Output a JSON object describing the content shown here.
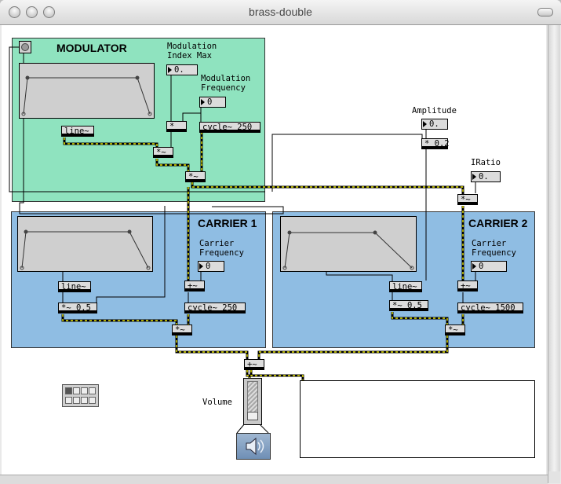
{
  "window": {
    "title": "brass-double"
  },
  "modulator": {
    "title": "MODULATOR",
    "index_label": "Modulation\nIndex Max",
    "index_value": "0.",
    "freq_label": "Modulation\nFrequency",
    "freq_value": "0",
    "line_obj": "line~",
    "mult_obj": "*",
    "cycle_obj": "cycle~ 250",
    "mult_sig1": "*~",
    "mult_sig2": "*~"
  },
  "amplitude": {
    "label": "Amplitude",
    "value": "0.",
    "mult_obj": "* 0.2"
  },
  "iratio": {
    "label": "IRatio",
    "value": "0.",
    "mult_obj": "*~"
  },
  "carrier1": {
    "title": "CARRIER 1",
    "freq_label": "Carrier\nFrequency",
    "freq_value": "0",
    "line_obj": "line~",
    "scale_obj": "*~ 0.5",
    "add_obj": "+~",
    "cycle_obj": "cycle~ 250",
    "mult_obj": "*~"
  },
  "carrier2": {
    "title": "CARRIER 2",
    "freq_label": "Carrier\nFrequency",
    "freq_value": "0",
    "line_obj": "line~",
    "scale_obj": "*~ 0.5",
    "add_obj": "+~",
    "cycle_obj": "cycle~ 1500",
    "mult_obj": "*~"
  },
  "output": {
    "sum_obj": "+~",
    "volume_label": "Volume",
    "speaker_icon": "speaker-icon"
  },
  "colors": {
    "modulator_bg": "#8fe3bf",
    "carrier_bg": "#8fbde3",
    "signal_cord": "#e8e400"
  }
}
